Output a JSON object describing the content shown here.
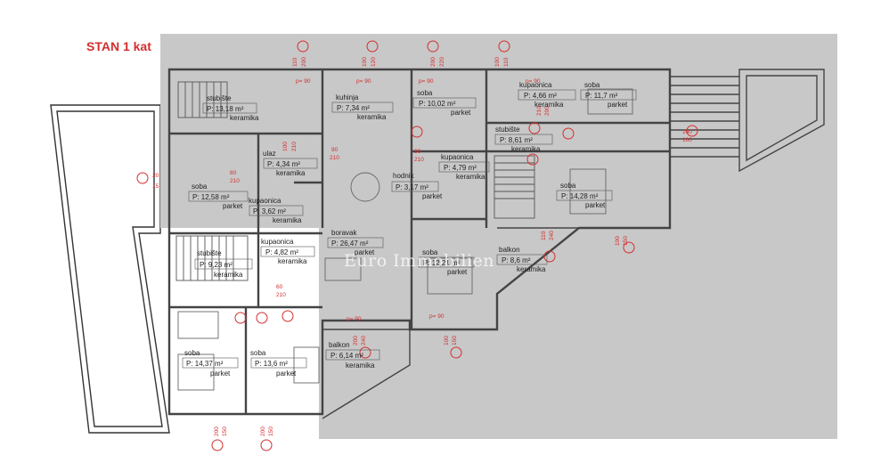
{
  "title": "STAN 1 kat",
  "watermark": "Euro Immobilien",
  "colors": {
    "title": "#d32f2f",
    "dimension": "#d32f2f",
    "shade": "#c8c8c8",
    "wall": "#333333"
  },
  "rooms": [
    {
      "id": "stubiste-top",
      "name": "stubište",
      "area": "P: 13,18 m²",
      "floor": "keramika"
    },
    {
      "id": "kuhinja",
      "name": "kuhinja",
      "area": "P: 7,34 m²",
      "floor": "keramika"
    },
    {
      "id": "soba-a",
      "name": "soba",
      "area": "P: 10,02 m²",
      "floor": "parket"
    },
    {
      "id": "kupaonica-a",
      "name": "kupaonica",
      "area": "P: 4,66 m²",
      "floor": "keramika"
    },
    {
      "id": "soba-b",
      "name": "soba",
      "area": "P: 11,7 m²",
      "floor": "parket"
    },
    {
      "id": "ulaz",
      "name": "ulaz",
      "area": "P: 4,34 m²",
      "floor": "keramika"
    },
    {
      "id": "kupaonica-b",
      "name": "kupaonica",
      "area": "P: 4,79 m²",
      "floor": "keramika"
    },
    {
      "id": "stubiste-mid",
      "name": "stubište",
      "area": "P: 8,61 m²",
      "floor": "keramika"
    },
    {
      "id": "soba-c",
      "name": "soba",
      "area": "P: 12,58 m²",
      "floor": "parket"
    },
    {
      "id": "hodnik",
      "name": "hodnik",
      "area": "P: 3,17 m²",
      "floor": "parket"
    },
    {
      "id": "kupaonica-c",
      "name": "kupaonica",
      "area": "P: 3,62 m²",
      "floor": "keramika"
    },
    {
      "id": "soba-d",
      "name": "soba",
      "area": "P: 14,28 m²",
      "floor": "parket"
    },
    {
      "id": "boravak",
      "name": "boravak",
      "area": "P: 26,47 m²",
      "floor": "parket"
    },
    {
      "id": "soba-e",
      "name": "soba",
      "area": "P: 12,21 m²",
      "floor": "parket"
    },
    {
      "id": "balkon-a",
      "name": "balkon",
      "area": "P: 8,6 m²",
      "floor": "keramika"
    },
    {
      "id": "stubiste-low",
      "name": "stubište",
      "area": "P: 9,23 m²",
      "floor": "keramika"
    },
    {
      "id": "kupaonica-d",
      "name": "kupaonica",
      "area": "P: 4,82 m²",
      "floor": "keramika"
    },
    {
      "id": "balkon-b",
      "name": "balkon",
      "area": "P: 6,14 m²",
      "floor": "keramika"
    },
    {
      "id": "soba-f",
      "name": "soba",
      "area": "P: 14,37 m²",
      "floor": "parket"
    },
    {
      "id": "soba-g",
      "name": "soba",
      "area": "P: 13,6 m²",
      "floor": "parket"
    }
  ],
  "dimension_labels": [
    "110",
    "200",
    "100",
    "120",
    "200",
    "220",
    "100",
    "110",
    "100",
    "210",
    "p= 90",
    "p= 90",
    "p= 90",
    "p= 90",
    "p= 90",
    "p= 90",
    "90",
    "210",
    "90",
    "210",
    "80",
    "210",
    "60",
    "210",
    "20",
    "15",
    "100",
    "160",
    "100",
    "150",
    "110",
    "240",
    "200",
    "240",
    "100",
    "150",
    "200",
    "150",
    "200",
    "150",
    "210",
    "200"
  ]
}
